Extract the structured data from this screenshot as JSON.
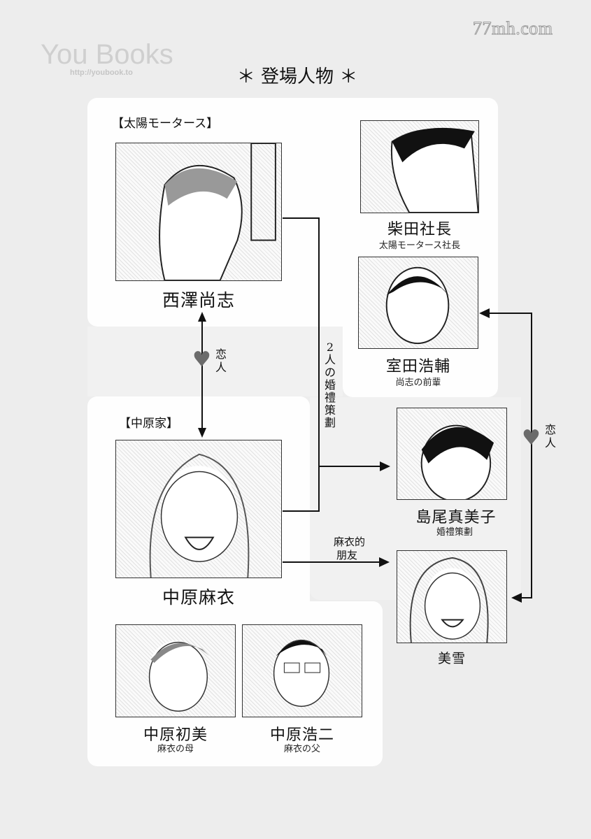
{
  "watermarks": {
    "youbooks": "You Books",
    "youbooks_url": "http://youbook.to",
    "site": "77mh.com"
  },
  "title": "＊ 登場人物 ＊",
  "groups": {
    "taiyo": "【太陽モータース】",
    "nakahara": "【中原家】"
  },
  "characters": {
    "nishizawa": {
      "name": "西澤尚志",
      "role": "",
      "portrait": "nishizawa-portrait"
    },
    "shibata": {
      "name": "柴田社長",
      "role": "太陽モータース社長",
      "portrait": "shibata-portrait"
    },
    "murota": {
      "name": "室田浩輔",
      "role": "尚志の前輩",
      "portrait": "murota-portrait"
    },
    "nakahara_mai": {
      "name": "中原麻衣",
      "role": "",
      "portrait": "mai-portrait"
    },
    "shimao": {
      "name": "島尾真美子",
      "role": "婚禮策劃",
      "portrait": "shimao-portrait"
    },
    "miyuki": {
      "name": "美雪",
      "role": "",
      "portrait": "miyuki-portrait"
    },
    "hatsumi": {
      "name": "中原初美",
      "role": "麻衣の母",
      "portrait": "hatsumi-portrait"
    },
    "koji": {
      "name": "中原浩二",
      "role": "麻衣の父",
      "portrait": "koji-portrait"
    }
  },
  "relations": {
    "lovers_1": "恋人",
    "wedding_plan": [
      "2",
      "人",
      "の",
      "婚",
      "禮",
      "策",
      "劃"
    ],
    "friend_line1": "麻衣的",
    "friend_line2": "朋友",
    "lovers_2": "恋人"
  },
  "colors": {
    "background": "#ededed",
    "panel": "#fefefe",
    "heart": "#6b6b6b",
    "line": "#111111"
  }
}
